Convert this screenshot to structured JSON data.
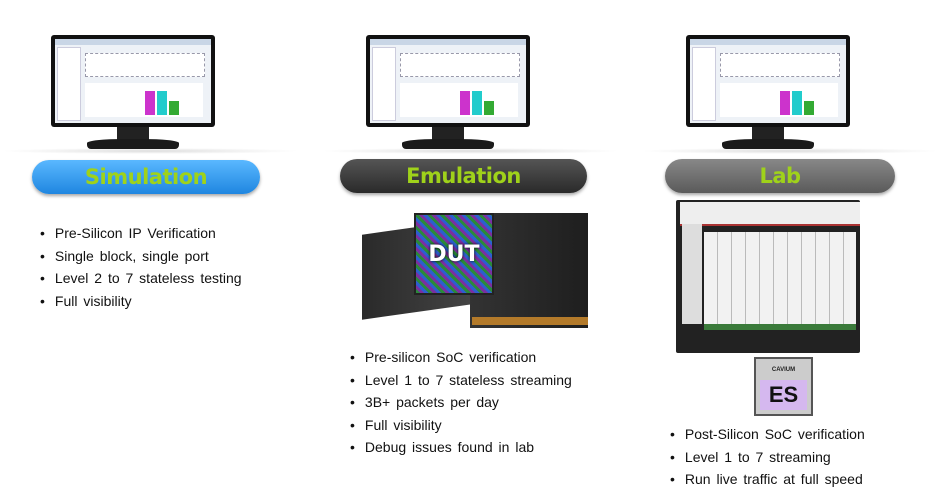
{
  "columns": [
    {
      "title": "Simulation",
      "bullets": [
        "Pre-Silicon IP Verification",
        "Single block, single port",
        "Level 2 to 7 stateless testing",
        "Full visibility"
      ]
    },
    {
      "title": "Emulation",
      "device_label": "DUT",
      "bullets": [
        "Pre-silicon SoC verification",
        "Level 1 to 7 stateless streaming",
        "3B+ packets per day",
        "Full visibility",
        "Debug issues found in lab"
      ]
    },
    {
      "title": "Lab",
      "chip_brand": "CAVIUM",
      "chip_label": "ES",
      "bullets": [
        "Post-Silicon SoC verification",
        "Level 1 to 7 streaming",
        "Run live traffic at full speed"
      ]
    }
  ],
  "colors": {
    "sim_pill": "#2f9cf0",
    "emu_pill": "#3a3a3a",
    "lab_pill": "#6a6a6a",
    "title_text": "#9fd21a"
  }
}
